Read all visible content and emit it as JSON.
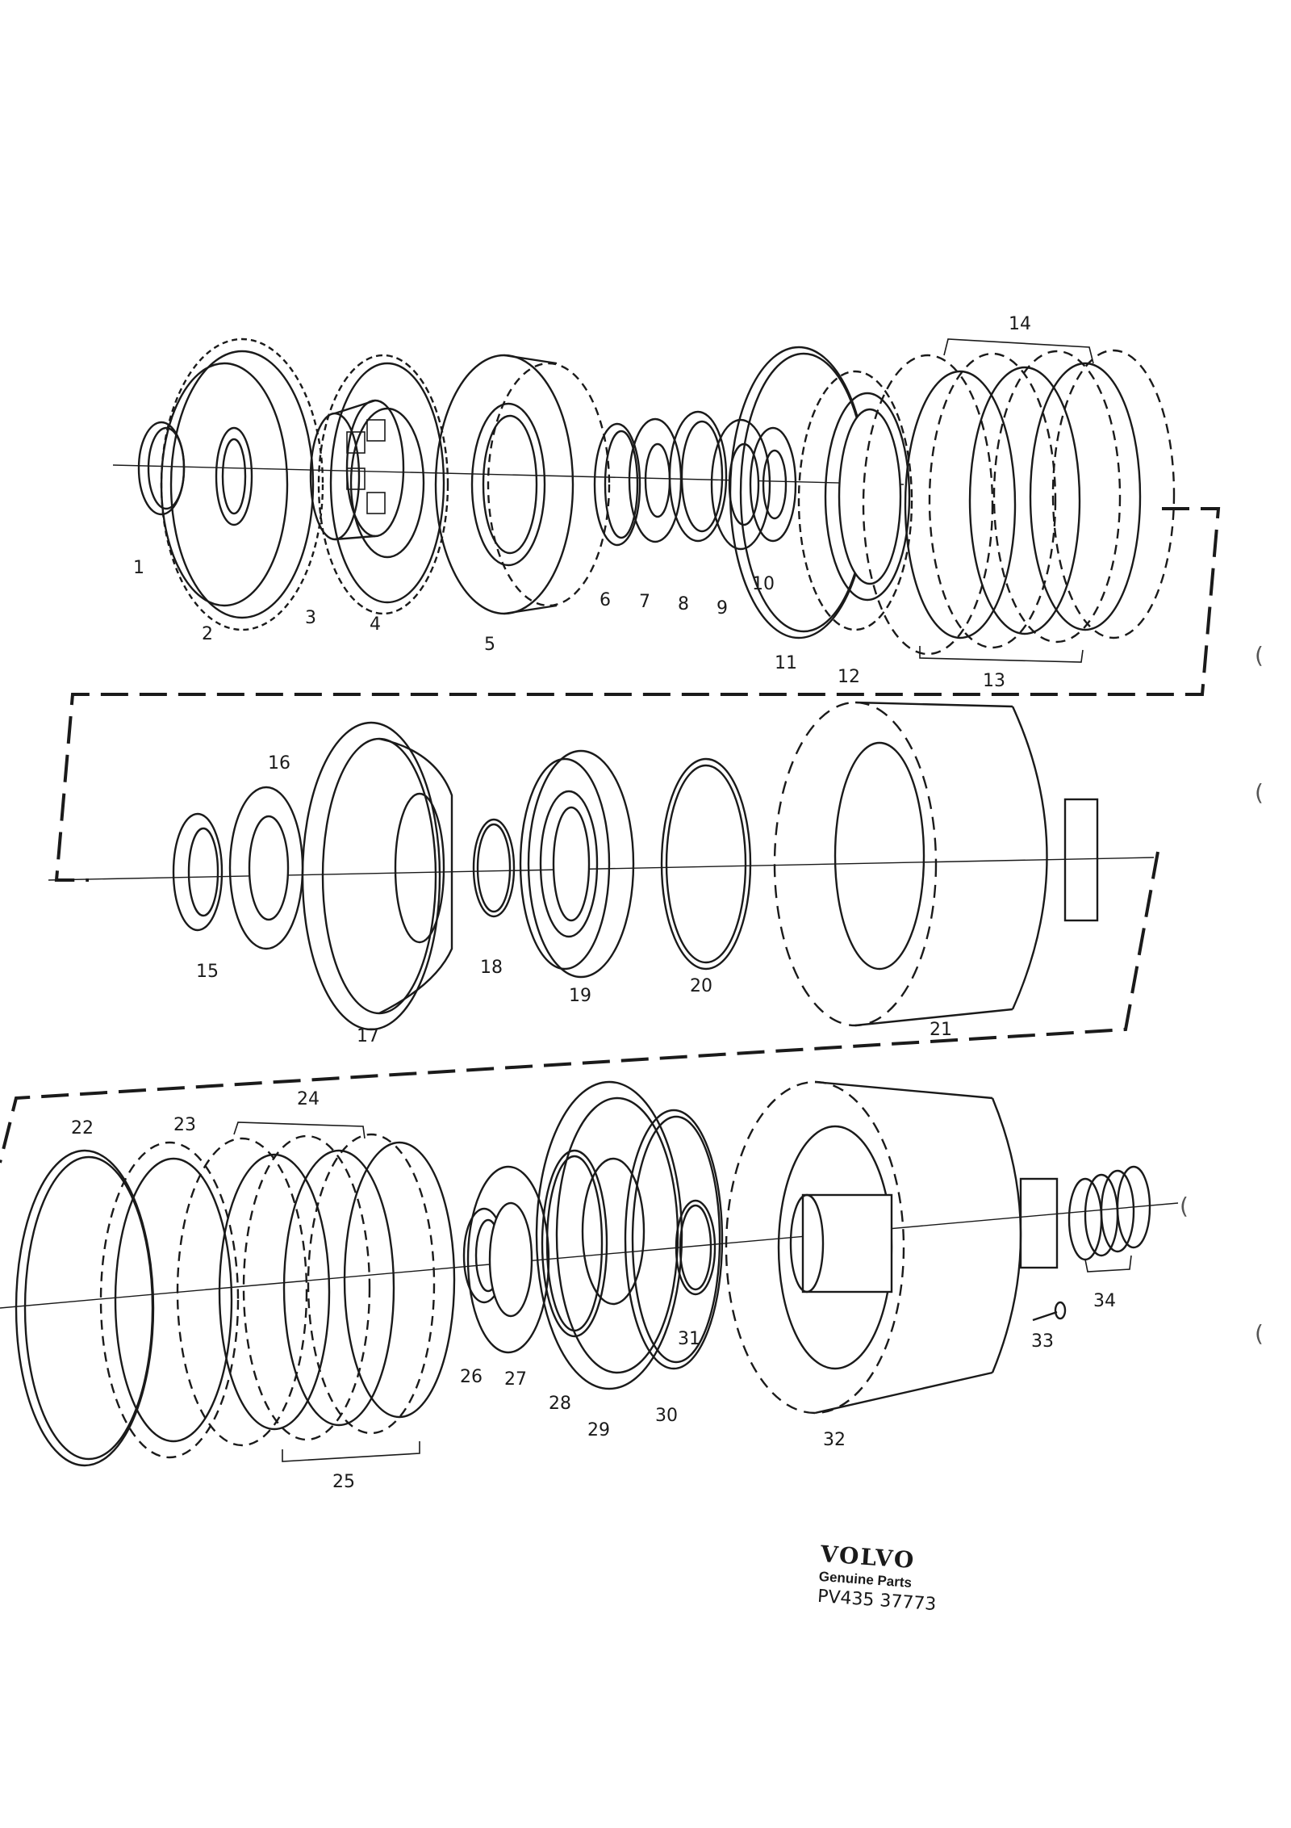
{
  "diagram": {
    "parts_row1": [
      "1",
      "2",
      "3",
      "4",
      "5",
      "6",
      "7",
      "8",
      "9",
      "10",
      "11",
      "12",
      "13",
      "14"
    ],
    "parts_row2": [
      "15",
      "16",
      "17",
      "18",
      "19",
      "20",
      "21"
    ],
    "parts_row3": [
      "22",
      "23",
      "24",
      "25",
      "26",
      "27",
      "28",
      "29",
      "30",
      "31",
      "32",
      "33",
      "34"
    ]
  },
  "brand": {
    "logo": "VOLVO",
    "tagline": "Genuine Parts",
    "code": "PV435 37773"
  },
  "edge_marks": [
    "(",
    "(",
    "(",
    "("
  ],
  "colors": {
    "ink": "#1a1a1a",
    "paper": "#ffffff"
  }
}
